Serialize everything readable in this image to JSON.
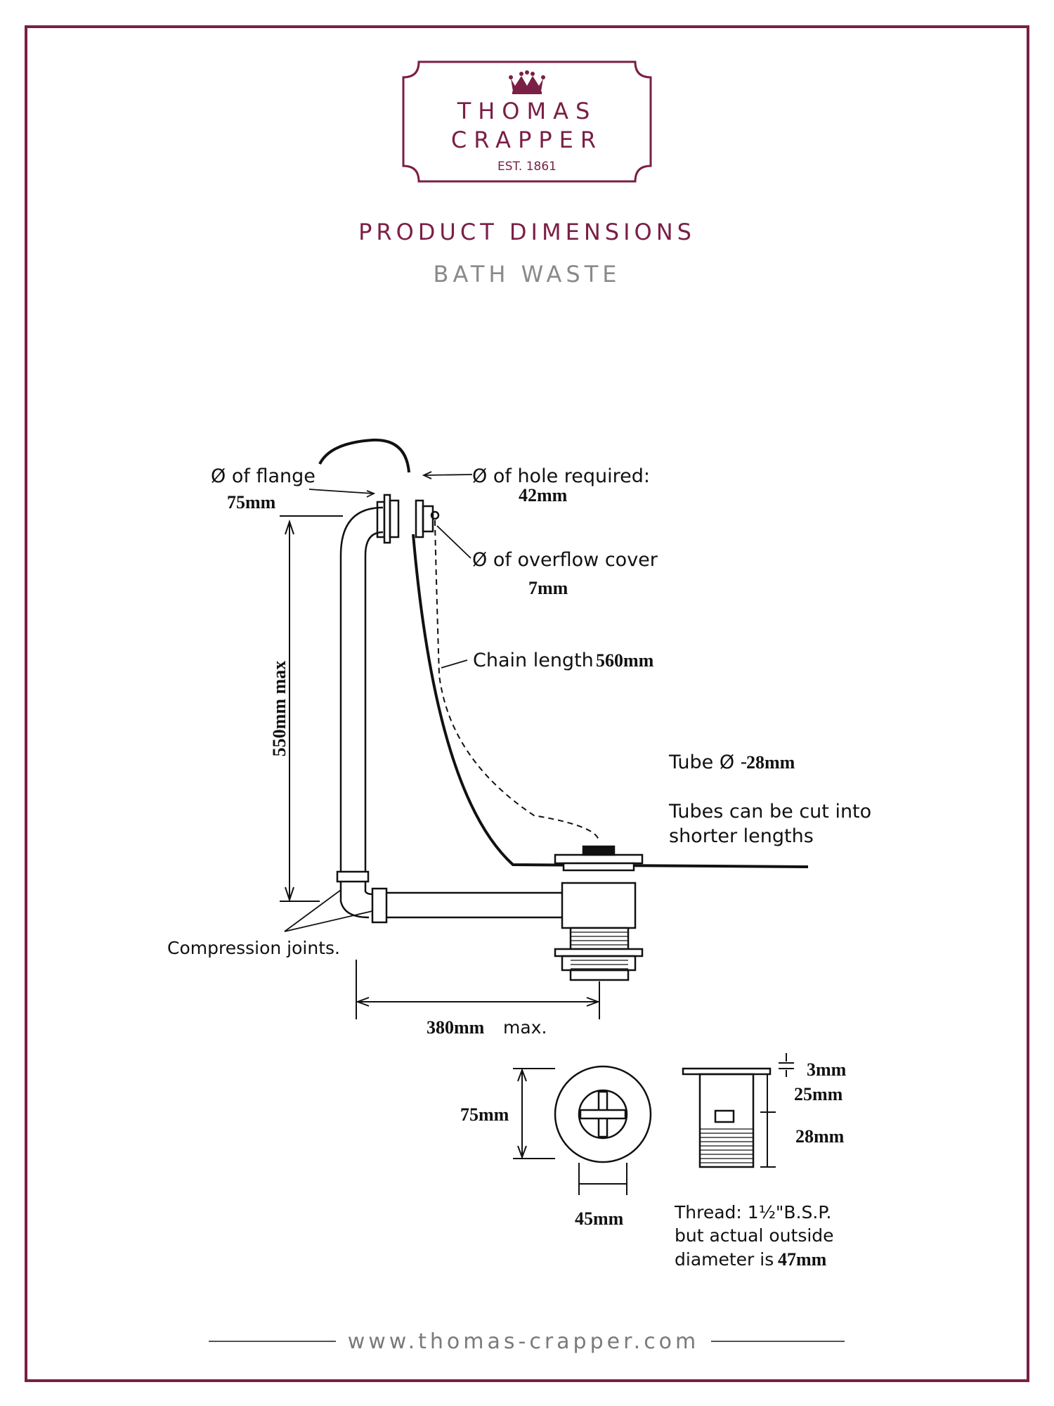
{
  "brand": {
    "line1": "THOMAS",
    "line2": "CRAPPER",
    "est": "EST. 1861",
    "accent_color": "#7a1f45"
  },
  "header": {
    "title": "PRODUCT DIMENSIONS",
    "subtitle": "BATH WASTE"
  },
  "diagram": {
    "flange_label": "Ø of flange",
    "flange_value": "75mm",
    "hole_label": "Ø of hole required:",
    "hole_value": "42mm",
    "overflow_label": "Ø of overflow cover",
    "overflow_value": "7mm",
    "chain_label": "Chain length",
    "chain_value": "560mm",
    "height_label": "550mm max",
    "tube_label": "Tube Ø -",
    "tube_value": "28mm",
    "tubes_note_1": "Tubes can be cut into",
    "tubes_note_2": "shorter lengths",
    "compression_label": "Compression joints.",
    "width_value": "380mm",
    "width_suffix": "max."
  },
  "plug_detail": {
    "outer_dia": "75mm",
    "inner_dia": "45mm",
    "dim_top": "3mm",
    "dim_mid": "25mm",
    "dim_bottom": "28mm",
    "thread_1a": "Thread: 1½\"B.S.P.",
    "thread_2": "but actual outside",
    "thread_3a": "diameter is",
    "thread_3b": "47mm"
  },
  "footer": {
    "url": "www.thomas-crapper.com"
  }
}
